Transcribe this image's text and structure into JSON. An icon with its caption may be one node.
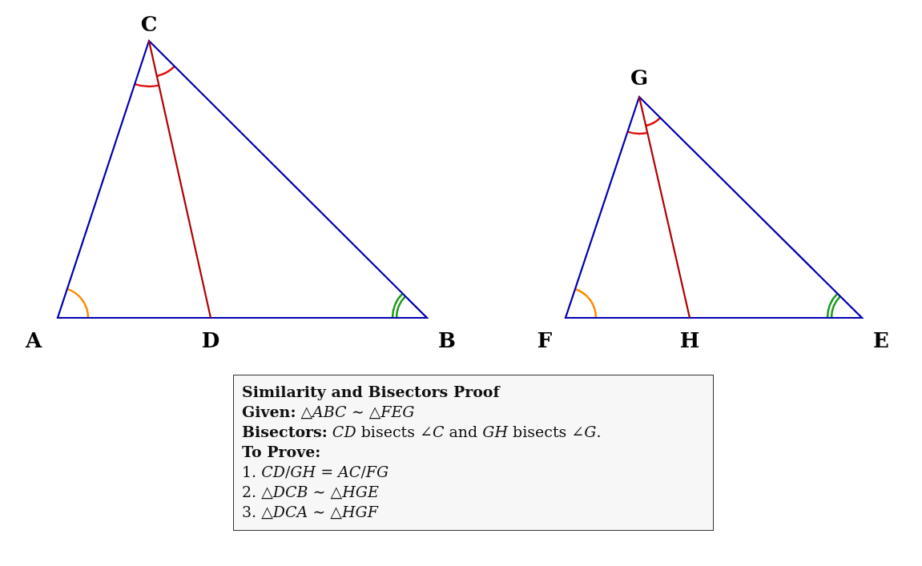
{
  "diagram": {
    "nodes": [
      {
        "text": [
          "Similarity and Bisectors Proof",
          "**Given:** △*ABC* ∼ △*FEG*",
          "**Bisectors:** *CD* bisects ∠*C* and *GH* bisects ∠*G*.",
          "To Prove:",
          "1. *CD*/*GH* = *AC*/*FG*",
          "2. △*DCB* ∼ △*HGE*",
          "3. △*DCA* ∼ △*HGF*"
        ]
      }
    ],
    "edges": [],
    "labels": [
      "C",
      "G",
      "A",
      "D",
      "B",
      "F",
      "H",
      "E"
    ]
  }
}
